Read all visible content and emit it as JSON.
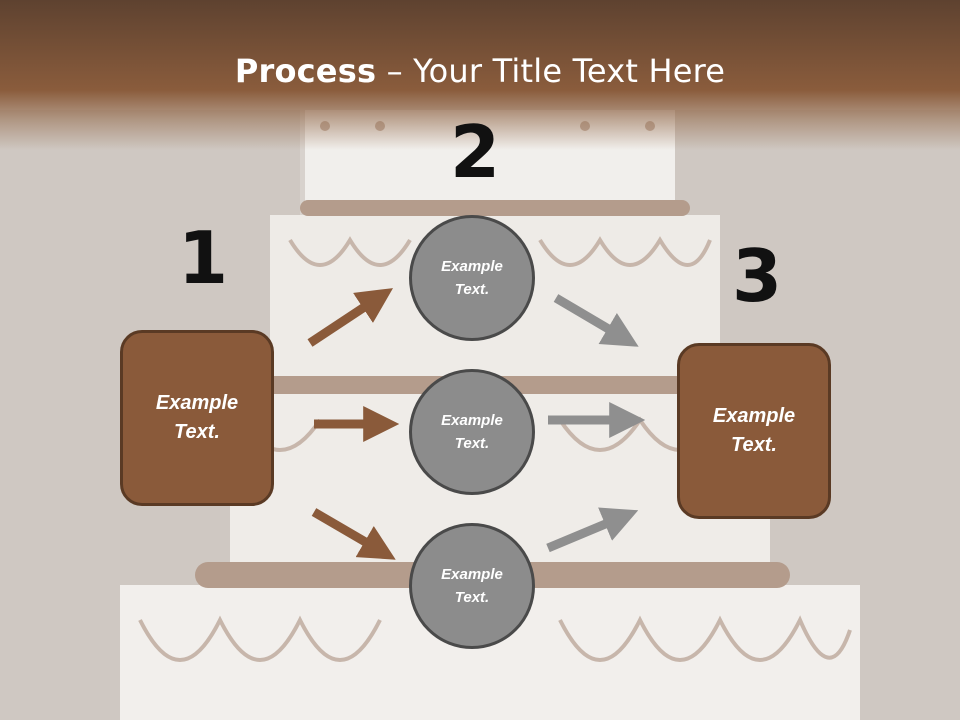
{
  "title": {
    "bold": "Process",
    "rest": " – Your Title Text Here"
  },
  "steps": {
    "one": "1",
    "two": "2",
    "three": "3"
  },
  "left_box": {
    "line1": "Example",
    "line2": "Text."
  },
  "right_box": {
    "line1": "Example",
    "line2": "Text."
  },
  "circles": [
    {
      "line1": "Example",
      "line2": "Text."
    },
    {
      "line1": "Example",
      "line2": "Text."
    },
    {
      "line1": "Example",
      "line2": "Text."
    }
  ],
  "colors": {
    "brown": "#8a5a3a",
    "gray": "#8c8c8c",
    "arrow_brown": "#8a5a3a",
    "arrow_gray": "#8f8f8f"
  }
}
